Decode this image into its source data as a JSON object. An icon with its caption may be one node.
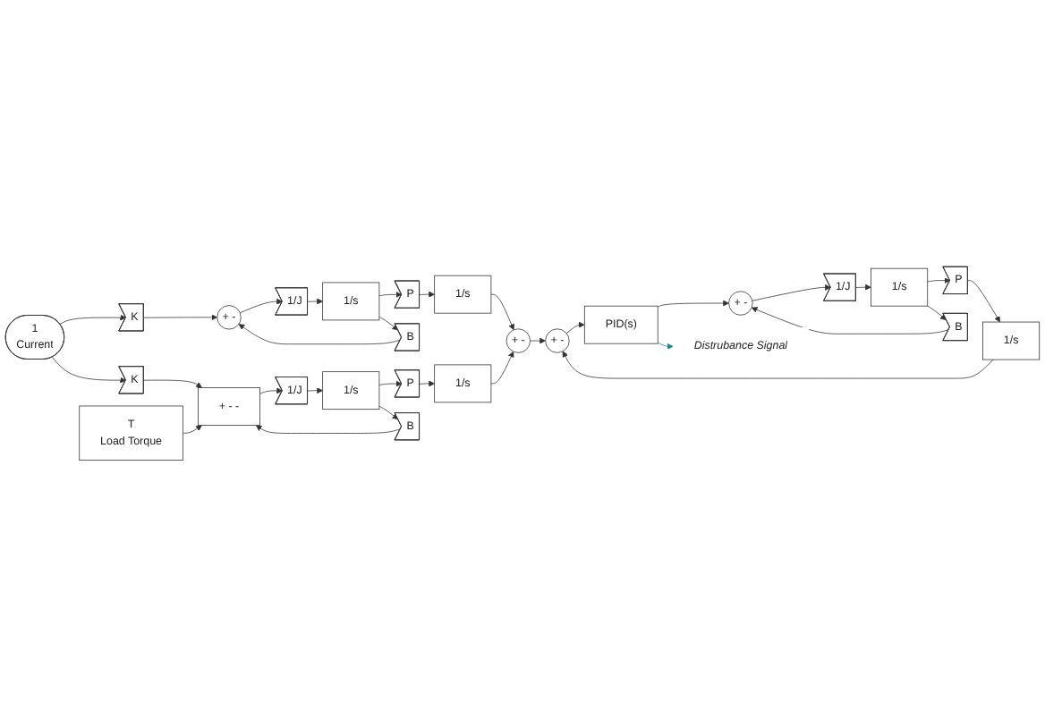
{
  "diagram": {
    "nodes": [
      {
        "text": [
          "1",
          "Current"
        ]
      },
      {
        "text": [
          "K"
        ]
      },
      {
        "text": [
          "+ -"
        ]
      },
      {
        "text": [
          "1/J"
        ]
      },
      {
        "text": [
          "1/s"
        ]
      },
      {
        "text": [
          "P"
        ]
      },
      {
        "text": [
          "1/s"
        ]
      },
      {
        "text": [
          "B"
        ]
      },
      {
        "text": [
          "K"
        ]
      },
      {
        "text": [
          "+ - -"
        ]
      },
      {
        "text": [
          "T",
          "Load Torque"
        ]
      },
      {
        "text": [
          "1/J"
        ]
      },
      {
        "text": [
          "1/s"
        ]
      },
      {
        "text": [
          "P"
        ]
      },
      {
        "text": [
          "1/s"
        ]
      },
      {
        "text": [
          "B"
        ]
      },
      {
        "text": [
          "+ -"
        ]
      },
      {
        "text": [
          "+ -"
        ]
      },
      {
        "text": [
          "PID(s)"
        ]
      },
      {
        "text": [
          "+ -"
        ]
      },
      {
        "text": [
          "1/J"
        ]
      },
      {
        "text": [
          "1/s"
        ]
      },
      {
        "text": [
          "P"
        ]
      },
      {
        "text": [
          "1/s"
        ]
      },
      {
        "text": [
          "B"
        ]
      },
      {
        "text": [
          "Distrubance Signal"
        ]
      }
    ],
    "edges": [
      {
        "from": 0,
        "to": 1,
        "arrow": "to"
      },
      {
        "from": 0,
        "to": 8,
        "arrow": "to"
      },
      {
        "from": 1,
        "to": 2,
        "arrow": "to"
      },
      {
        "from": 2,
        "to": 3,
        "arrow": "to"
      },
      {
        "from": 3,
        "to": 4,
        "arrow": "to"
      },
      {
        "from": 4,
        "to": 5,
        "arrow": "to"
      },
      {
        "from": 5,
        "to": 6,
        "arrow": "to"
      },
      {
        "from": 4,
        "to": 7,
        "arrow": "to"
      },
      {
        "from": 7,
        "to": 2,
        "arrow": "to"
      },
      {
        "from": 6,
        "to": 16,
        "arrow": "to"
      },
      {
        "from": 8,
        "to": 9,
        "arrow": "to"
      },
      {
        "from": 10,
        "to": 9,
        "arrow": "to"
      },
      {
        "from": 9,
        "to": 11,
        "arrow": "to"
      },
      {
        "from": 11,
        "to": 12,
        "arrow": "to"
      },
      {
        "from": 12,
        "to": 13,
        "arrow": "to"
      },
      {
        "from": 13,
        "to": 14,
        "arrow": "to"
      },
      {
        "from": 12,
        "to": 15,
        "arrow": "to"
      },
      {
        "from": 15,
        "to": 9,
        "arrow": "to"
      },
      {
        "from": 14,
        "to": 16,
        "arrow": "to"
      },
      {
        "from": 16,
        "to": 17,
        "arrow": "to"
      },
      {
        "from": 17,
        "to": 18,
        "arrow": "to"
      },
      {
        "from": 18,
        "to": 19,
        "arrow": "to"
      },
      {
        "from": 18,
        "to": 25,
        "arrow": "to",
        "color": "#1f7f95"
      },
      {
        "from": 19,
        "to": 20,
        "arrow": "to"
      },
      {
        "from": 20,
        "to": 21,
        "arrow": "to"
      },
      {
        "from": 21,
        "to": 22,
        "arrow": "to"
      },
      {
        "from": 22,
        "to": 23,
        "arrow": "to"
      },
      {
        "from": 21,
        "to": 24,
        "arrow": "to"
      },
      {
        "from": 24,
        "to": 19,
        "arrow": "to"
      },
      {
        "from": 23,
        "to": 17,
        "arrow": "to"
      }
    ]
  }
}
